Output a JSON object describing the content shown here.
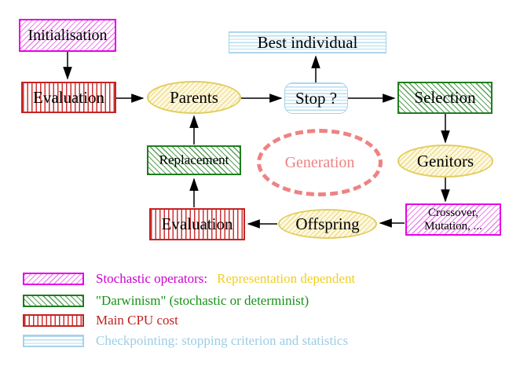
{
  "nodes": {
    "initialisation": {
      "label": "Initialisation"
    },
    "evaluation_top": {
      "label": "Evaluation"
    },
    "parents": {
      "label": "Parents"
    },
    "best_individual": {
      "label": "Best individual"
    },
    "stop": {
      "label": "Stop ?"
    },
    "selection": {
      "label": "Selection"
    },
    "genitors": {
      "label": "Genitors"
    },
    "crossover_mutation": {
      "line1": "Crossover,",
      "line2": "Mutation, ..."
    },
    "offspring": {
      "label": "Offspring"
    },
    "evaluation_bottom": {
      "label": "Evaluation"
    },
    "replacement": {
      "label": "Replacement"
    },
    "generation": {
      "label": "Generation"
    }
  },
  "legend": {
    "items": [
      {
        "swatch": "magenta-diagonal-hatch",
        "text": "Stochastic operators:",
        "text_color": "#cc00cc",
        "text2": "Representation dependent",
        "text2_color": "#f2cf1d"
      },
      {
        "swatch": "green-diagonal-hatch",
        "text": "\"Darwinism\" (stochastic or determinist)",
        "text_color": "#169216"
      },
      {
        "swatch": "red-vertical-hatch",
        "text": "Main CPU cost",
        "text_color": "#c22020"
      },
      {
        "swatch": "cyan-horizontal-hatch",
        "text": "Checkpointing: stopping criterion and statistics",
        "text_color": "#9ccde6"
      }
    ]
  },
  "colors": {
    "magenta_border": "#e800e8",
    "green_border": "#1e7d1e",
    "red_border": "#c32424",
    "cyan_border": "#a5d2e8",
    "yellow_border": "#e3cd5f",
    "yellow_fill": "#fdf9e0",
    "generation_dash": "#ef8282",
    "arrow": "#000000",
    "background": "#ffffff"
  }
}
